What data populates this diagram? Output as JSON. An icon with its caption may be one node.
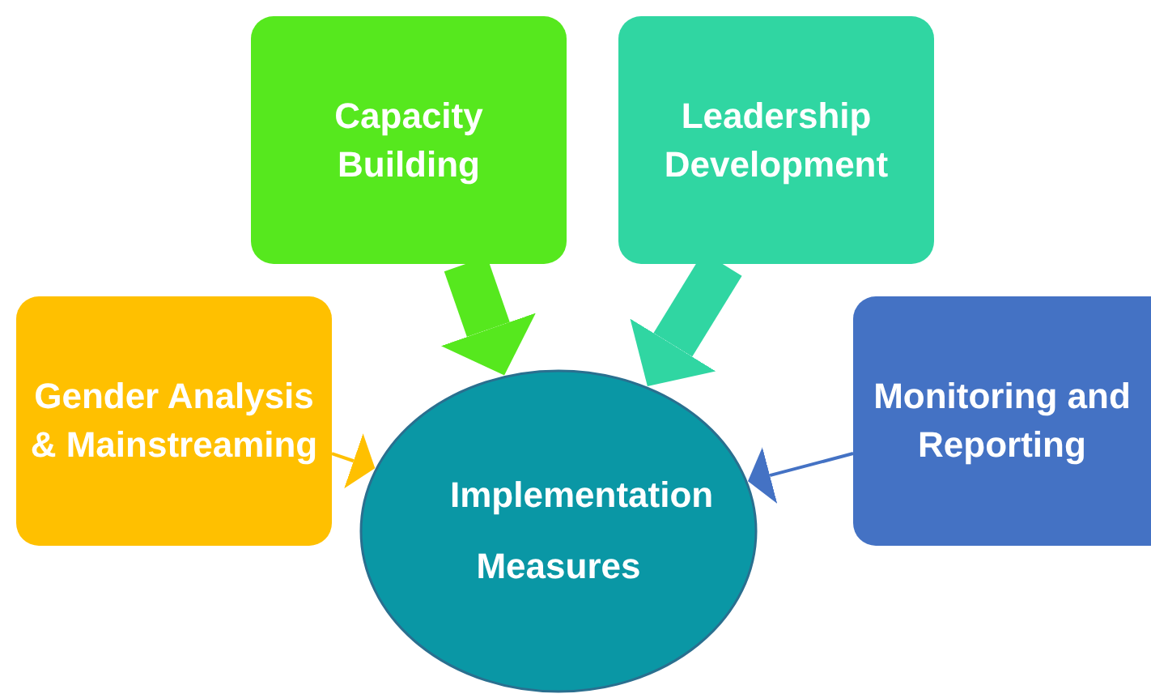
{
  "diagram": {
    "nodes": [
      {
        "text": [
          "Gender Analysis & Mainstreaming"
        ]
      },
      {
        "text": [
          "Capacity Building"
        ]
      },
      {
        "text": [
          "Leadership Development"
        ]
      },
      {
        "text": [
          "Monitoring and Reporting"
        ]
      },
      {
        "text": [
          "Implementation Measures"
        ]
      }
    ],
    "edges": [
      {
        "from": 0,
        "to": 4,
        "arrow": "to",
        "color": "#ffc000"
      },
      {
        "from": 1,
        "to": 4,
        "arrow": "to",
        "style": "thick",
        "color": "#56e81e"
      },
      {
        "from": 2,
        "to": 4,
        "arrow": "to",
        "style": "thick",
        "color": "#30d6a2"
      },
      {
        "from": 3,
        "to": 4,
        "arrow": "to",
        "color": "#4472c4"
      }
    ]
  }
}
